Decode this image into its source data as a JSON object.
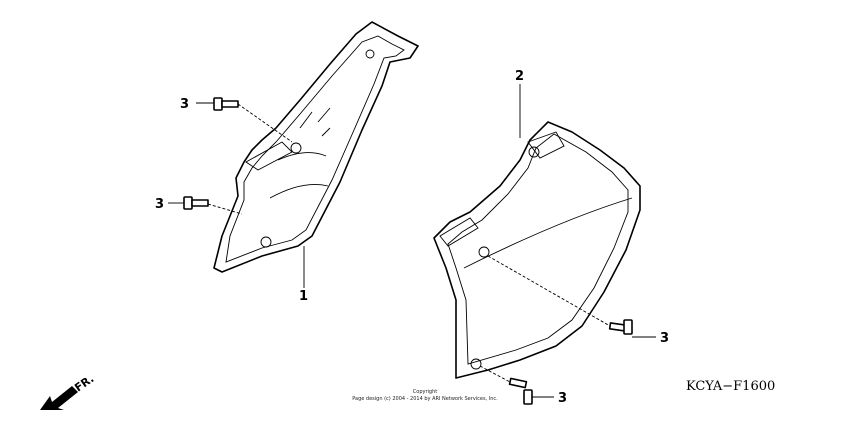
{
  "callouts": {
    "side_cover_left": "1",
    "side_cover_right": "2",
    "bolt_upper_left": "3",
    "bolt_mid_left": "3",
    "bolt_right": "3",
    "bolt_bottom": "3"
  },
  "figure_code": "KCYA−F1600",
  "front_indicator": "FR.",
  "copyright": {
    "line1": "Copyright",
    "line2": "Page design (c) 2004 - 2014 by ARI Network Services, Inc."
  }
}
